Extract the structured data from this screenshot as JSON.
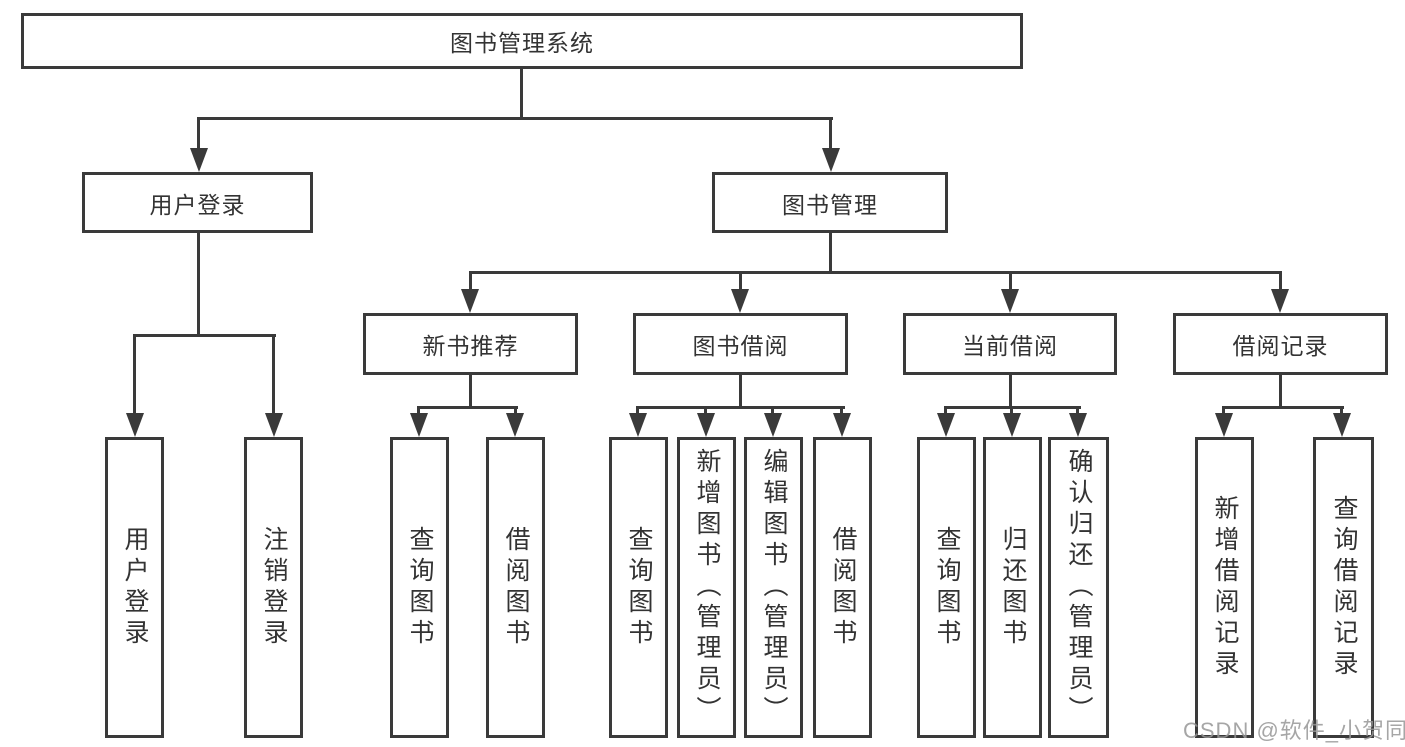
{
  "style": {
    "line_color": "#3a3a3a",
    "text_color": "#333333",
    "background_color": "#ffffff",
    "watermark_color": "#969696"
  },
  "tree": {
    "root": {
      "label": "图书管理系统"
    },
    "user_login": {
      "label": "用户登录",
      "children": [
        {
          "label": "用户登录"
        },
        {
          "label": "注销登录"
        }
      ]
    },
    "book_management": {
      "label": "图书管理",
      "sections": [
        {
          "label": "新书推荐",
          "children": [
            {
              "label": "查询图书"
            },
            {
              "label": "借阅图书"
            }
          ]
        },
        {
          "label": "图书借阅",
          "children": [
            {
              "label": "查询图书"
            },
            {
              "label": "新增图书（管理员）"
            },
            {
              "label": "编辑图书（管理员）"
            },
            {
              "label": "借阅图书"
            }
          ]
        },
        {
          "label": "当前借阅",
          "children": [
            {
              "label": "查询图书"
            },
            {
              "label": "归还图书"
            },
            {
              "label": "确认归还（管理员）"
            }
          ]
        },
        {
          "label": "借阅记录",
          "children": [
            {
              "label": "新增借阅记录"
            },
            {
              "label": "查询借阅记录"
            }
          ]
        }
      ]
    }
  },
  "watermark": {
    "text": "CSDN @软件_小贺同学"
  }
}
